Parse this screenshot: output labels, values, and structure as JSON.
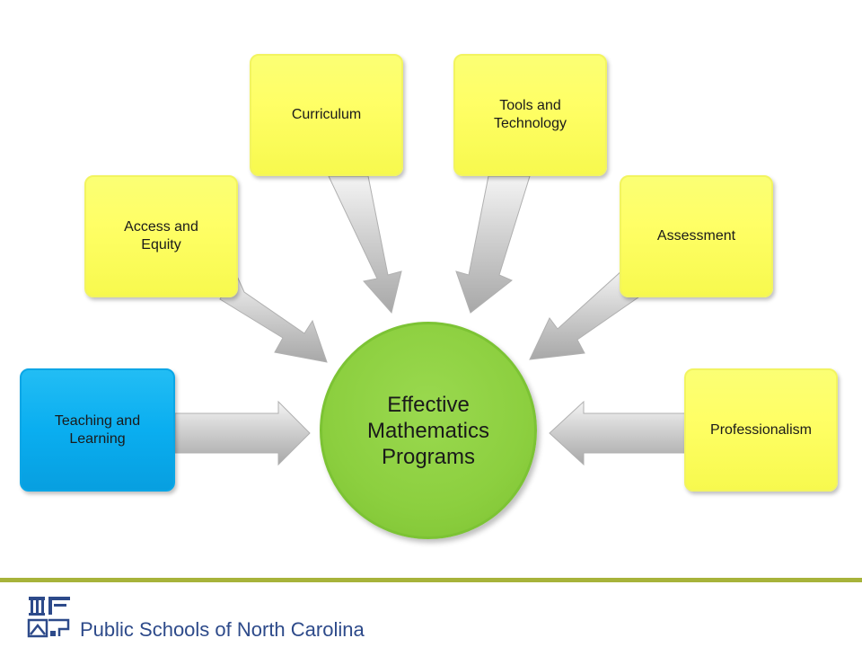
{
  "diagram": {
    "center_label": "Effective Mathematics Programs",
    "nodes": [
      {
        "id": "teaching",
        "label": "Teaching and Learning",
        "color": "#0aaef0"
      },
      {
        "id": "access",
        "label": "Access and Equity",
        "color": "#ffff66"
      },
      {
        "id": "curriculum",
        "label": "Curriculum",
        "color": "#ffff66"
      },
      {
        "id": "tools",
        "label": "Tools and Technology",
        "color": "#ffff66"
      },
      {
        "id": "assessment",
        "label": "Assessment",
        "color": "#ffff66"
      },
      {
        "id": "professionalism",
        "label": "Professionalism",
        "color": "#ffff66"
      }
    ],
    "center_color": "#8ccf3f",
    "accent_rule_color": "#a7b33a"
  },
  "footer": {
    "org_name": "Public Schools of North Carolina",
    "logo_icon": "nc-dpi-logo-icon"
  }
}
